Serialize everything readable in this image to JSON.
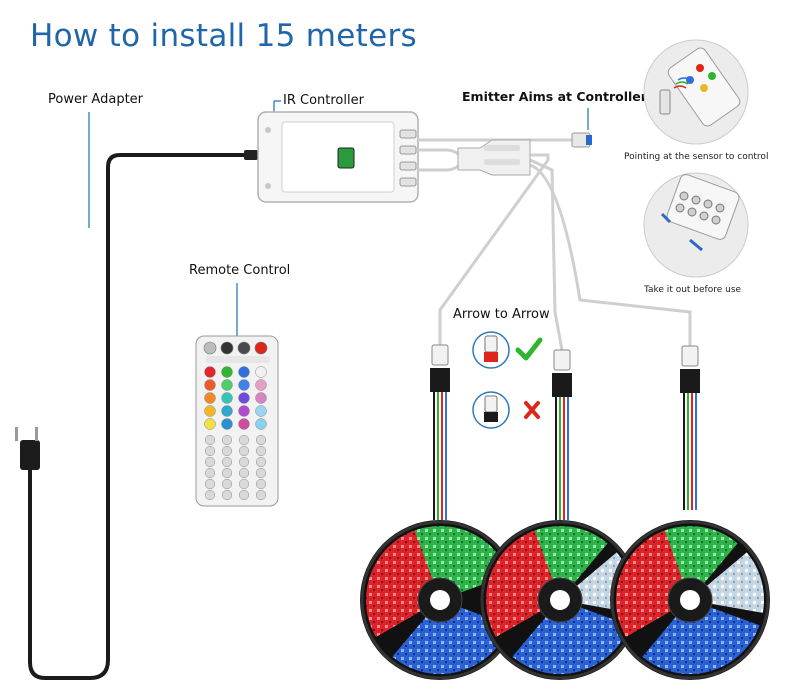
{
  "title": "How to install 15 meters",
  "labels": {
    "power_adapter": "Power Adapter",
    "ir_controller": "IR Controller",
    "emitter": "Emitter Aims at Controller",
    "remote_control": "Remote Control",
    "arrow_to_arrow": "Arrow to Arrow",
    "pointing_sensor": "Pointing at the sensor to control",
    "take_out": "Take it out before use"
  },
  "icons": {
    "correct": "check-icon",
    "wrong": "cross-icon"
  },
  "colors": {
    "title": "#2166a8",
    "wire": "#1a1a1a",
    "cable": "#cfcfcf",
    "check": "#2fb52f",
    "cross": "#e0261b",
    "pointer_line": "#2f7ab8",
    "green_led": "#3ac55a",
    "red_led": "#e3262c",
    "blue_led": "#2f6fe0",
    "white_led": "#c9dce8"
  }
}
